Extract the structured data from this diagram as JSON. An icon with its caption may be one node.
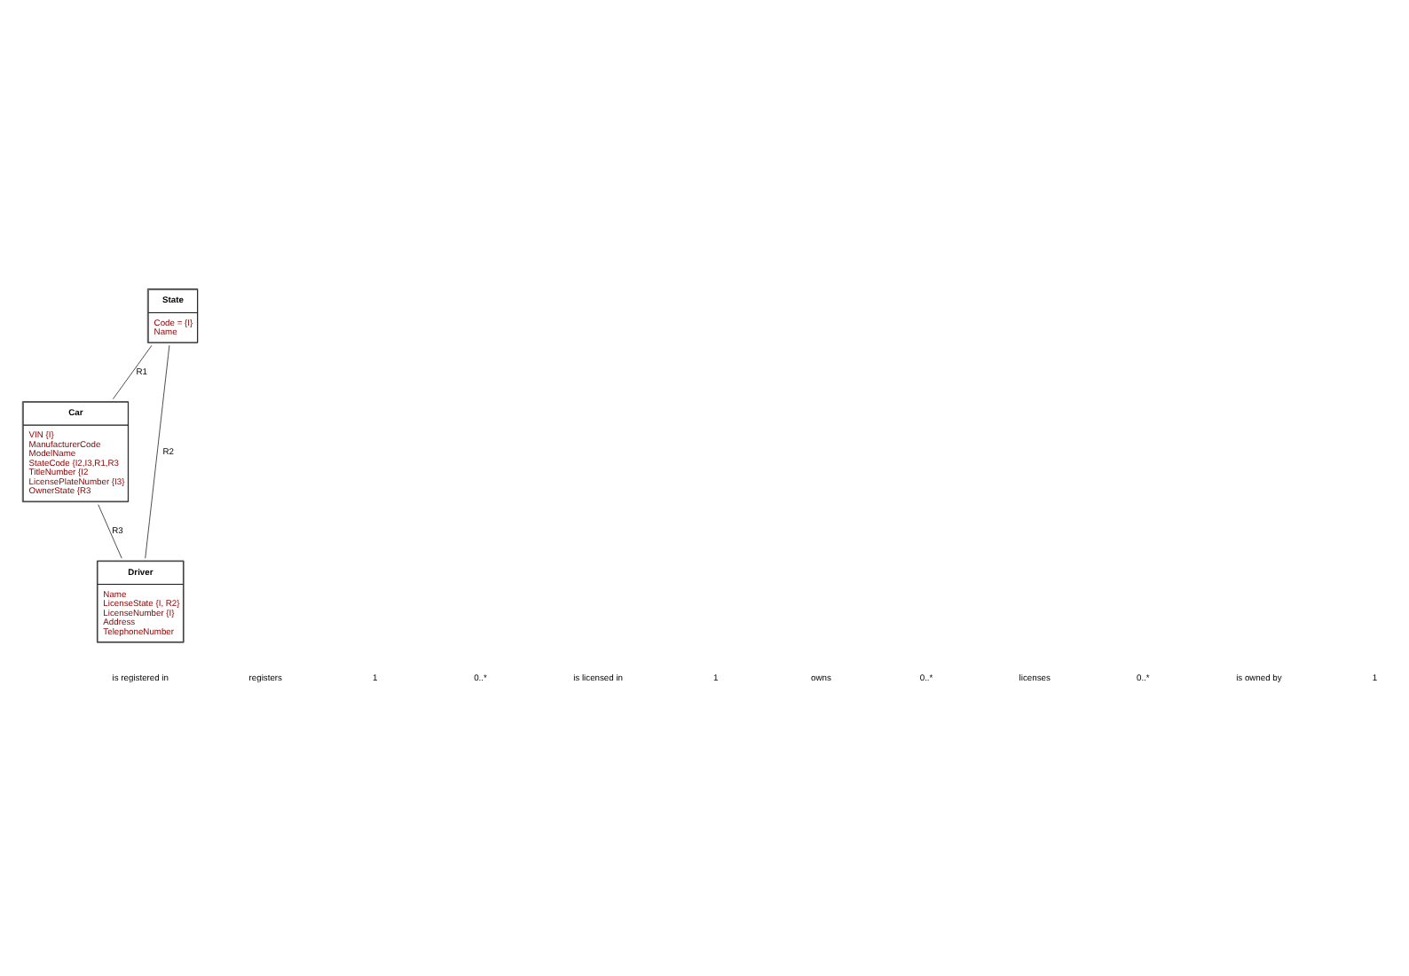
{
  "diagram": {
    "nodes": [
      {
        "text": [
          "State",
          "Code = {I}",
          "Name"
        ]
      },
      {
        "text": [
          "Car",
          "VIN {I}",
          "ManufacturerCode",
          "ModelName",
          "StateCode {I2,I3,R1,R3",
          "TitleNumber {I2",
          "LicensePlateNumber {I3}",
          "OwnerState {R3"
        ]
      },
      {
        "text": [
          "Driver",
          "Name",
          "LicenseState {I, R2}",
          "LicenseNumber {I}",
          "Address",
          "TelephoneNumber"
        ]
      }
    ],
    "edges": [
      {
        "from": 0,
        "to": 1,
        "arrow": "none",
        "label": "R1"
      },
      {
        "from": 0,
        "to": 2,
        "arrow": "none",
        "label": "R2"
      },
      {
        "from": 1,
        "to": 2,
        "arrow": "none",
        "label": "R3"
      }
    ],
    "labels": [
      "is registered in",
      "registers",
      "1",
      "0..*",
      "is licensed in",
      "1",
      "owns",
      "0..*",
      "licenses",
      "0..*",
      "is owned by",
      "1"
    ]
  }
}
